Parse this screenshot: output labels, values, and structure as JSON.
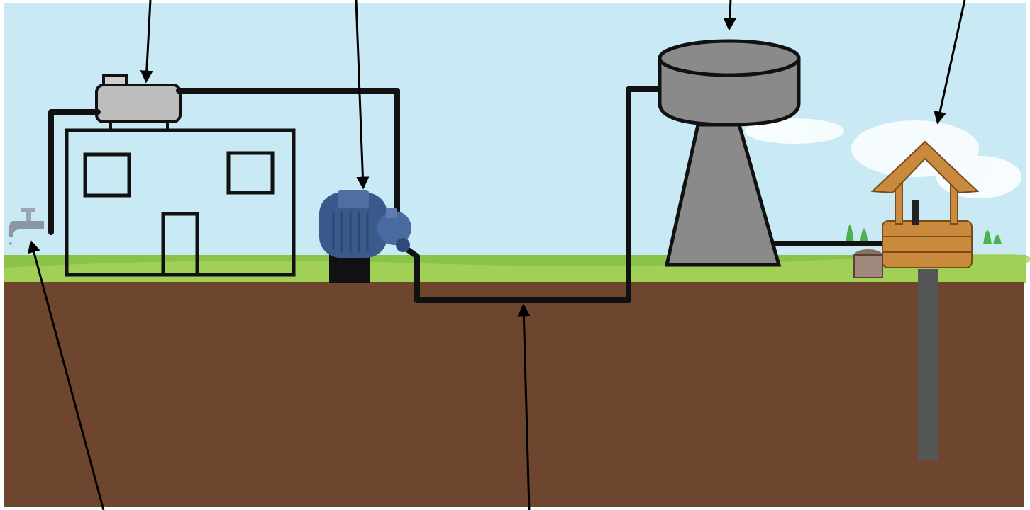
{
  "diagram": {
    "kind": "water-supply-system-illustration",
    "labels": [],
    "colors": {
      "sky": "#c9eaf4",
      "grass": "#8bc34a",
      "soil": "#6e4630",
      "pipe": "#111111",
      "tank": "#bdbdbd",
      "tower": "#8a8a8a",
      "pump": "#3b5a8c",
      "well_wood": "#c98a3e",
      "well_shaft": "#555555"
    },
    "components": [
      {
        "id": "house",
        "icon": "house-outline"
      },
      {
        "id": "rooftop-tank",
        "icon": "storage-tank"
      },
      {
        "id": "tap",
        "icon": "faucet-icon"
      },
      {
        "id": "pump",
        "icon": "electric-pump-icon"
      },
      {
        "id": "water-tower",
        "icon": "water-tower"
      },
      {
        "id": "well",
        "icon": "wooden-well-icon"
      },
      {
        "id": "underground-pipe",
        "icon": "pipe"
      }
    ],
    "pointer_arrows": [
      "rooftop-tank",
      "pump",
      "water-tower",
      "well",
      "tap",
      "underground-pipe"
    ]
  }
}
